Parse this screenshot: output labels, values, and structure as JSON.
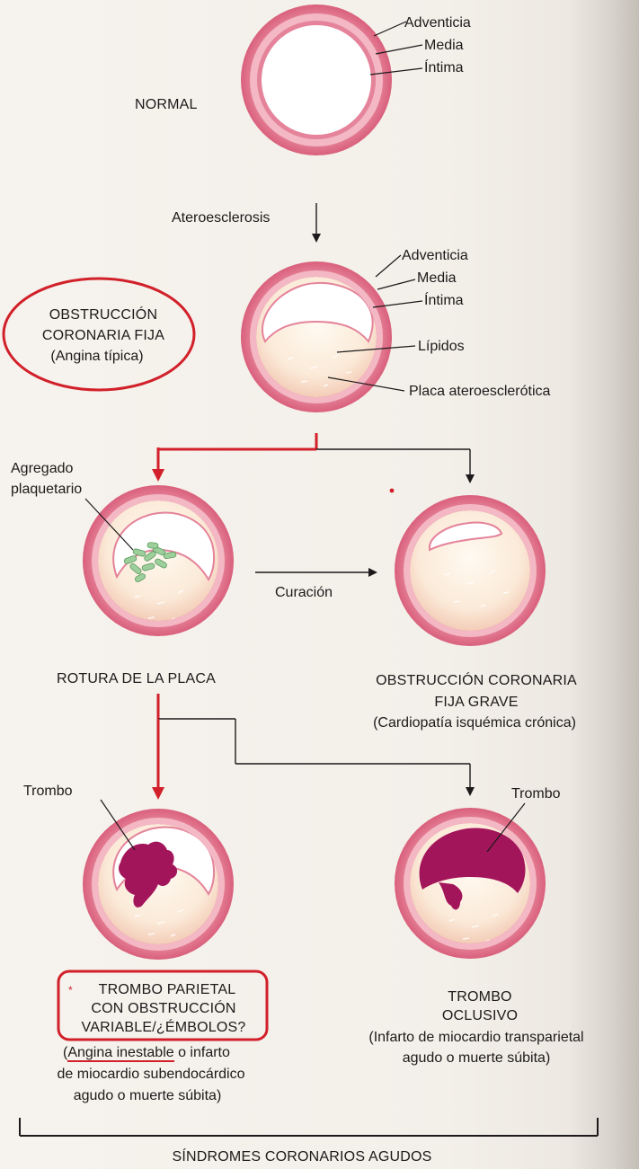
{
  "labels": {
    "adventicia_1": "Adventicia",
    "media_1": "Media",
    "intima_1": "Íntima",
    "normal": "NORMAL",
    "ateroesclerosis": "Ateroesclerosis",
    "adventicia_2": "Adventicia",
    "media_2": "Media",
    "intima_2": "Íntima",
    "lipidos": "Lípidos",
    "placa": "Placa ateroesclerótica",
    "fija_line1": "OBSTRUCCIÓN",
    "fija_line2": "CORONARIA FIJA",
    "fija_line3": "(Angina típica)",
    "agregado_line1": "Agregado",
    "agregado_line2": "plaquetario",
    "curacion": "Curación",
    "rotura": "ROTURA DE LA PLACA",
    "grave_line1": "OBSTRUCCIÓN CORONARIA",
    "grave_line2": "FIJA GRAVE",
    "grave_line3": "(Cardiopatía isquémica crónica)",
    "trombo_left": "Trombo",
    "trombo_right": "Trombo",
    "parietal_star": "*",
    "parietal_line1": "TROMBO PARIETAL",
    "parietal_line2": "CON OBSTRUCCIÓN",
    "parietal_line3": "VARIABLE/¿ÉMBOLOS?",
    "parietal_line4_open": "(",
    "parietal_line4_underlined": "Angina inestable",
    "parietal_line4_rest": " o infarto",
    "parietal_line5": "de miocardio subendocárdico",
    "parietal_line6": "agudo o muerte súbita)",
    "oclusivo_line1": "TROMBO",
    "oclusivo_line2": "OCLUSIVO",
    "oclusivo_line3": "(Infarto de miocardio transparietal",
    "oclusivo_line4": "agudo o muerte súbita)",
    "footer": "SÍNDROMES CORONARIOS AGUDOS"
  },
  "colors": {
    "vessel_outer": "#e0728a",
    "vessel_media": "#f3b8c4",
    "vessel_intima": "#e4839a",
    "lumen": "#ffffff",
    "plaque": "#fbe8d4",
    "thrombus": "#a3155a",
    "platelets": "#9ccf9c",
    "annotation_red": "#d2202a",
    "text": "#1c1a1a"
  }
}
